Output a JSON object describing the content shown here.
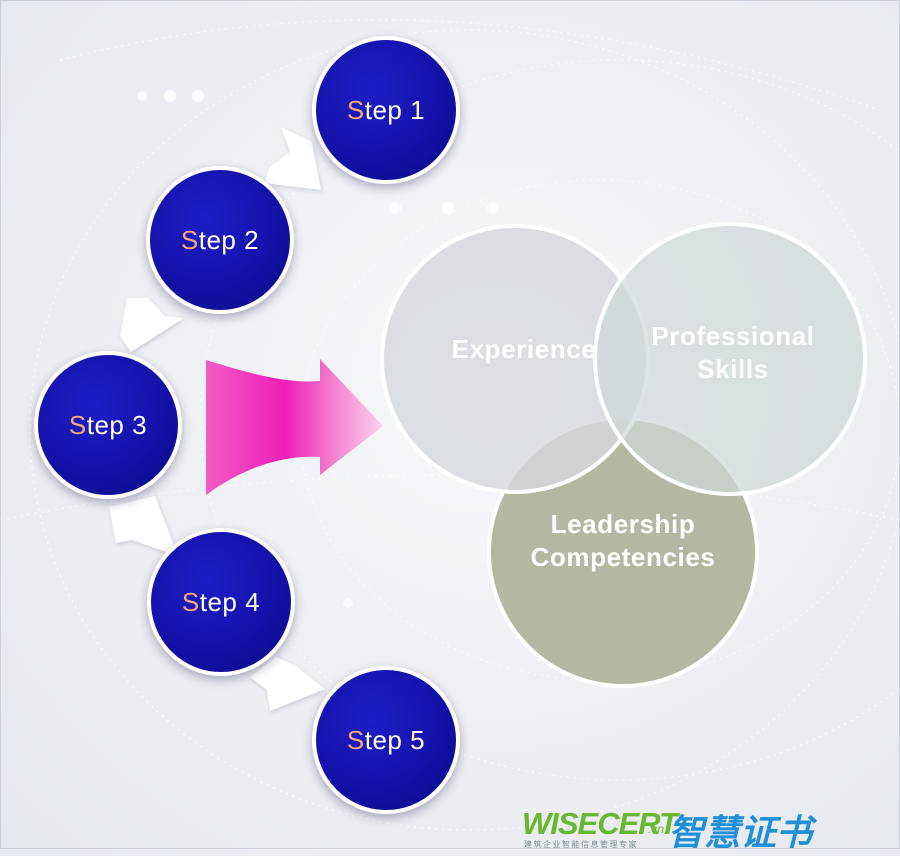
{
  "steps": [
    {
      "first": "S",
      "rest": "tep 1"
    },
    {
      "first": "S",
      "rest": "tep 2"
    },
    {
      "first": "S",
      "rest": "tep 3"
    },
    {
      "first": "S",
      "rest": "tep 4"
    },
    {
      "first": "S",
      "rest": "tep 5"
    }
  ],
  "venn": {
    "experience": "Experience",
    "professional": "Professional Skills",
    "leadership": "Leadership Competencies"
  },
  "logo": {
    "brand": "WISECERT",
    "suffix": ".cn",
    "cjk": "智慧证书",
    "tagline": "建筑企业智能信息管理专家"
  },
  "colors": {
    "step_fill": "#1412a8",
    "step_first_letter": "#f4a978",
    "arrow_pink": "#ee2fb8",
    "leadership_fill": "#b4b8a2",
    "logo_green": "#67b82e",
    "logo_blue": "#1f8fd6"
  }
}
